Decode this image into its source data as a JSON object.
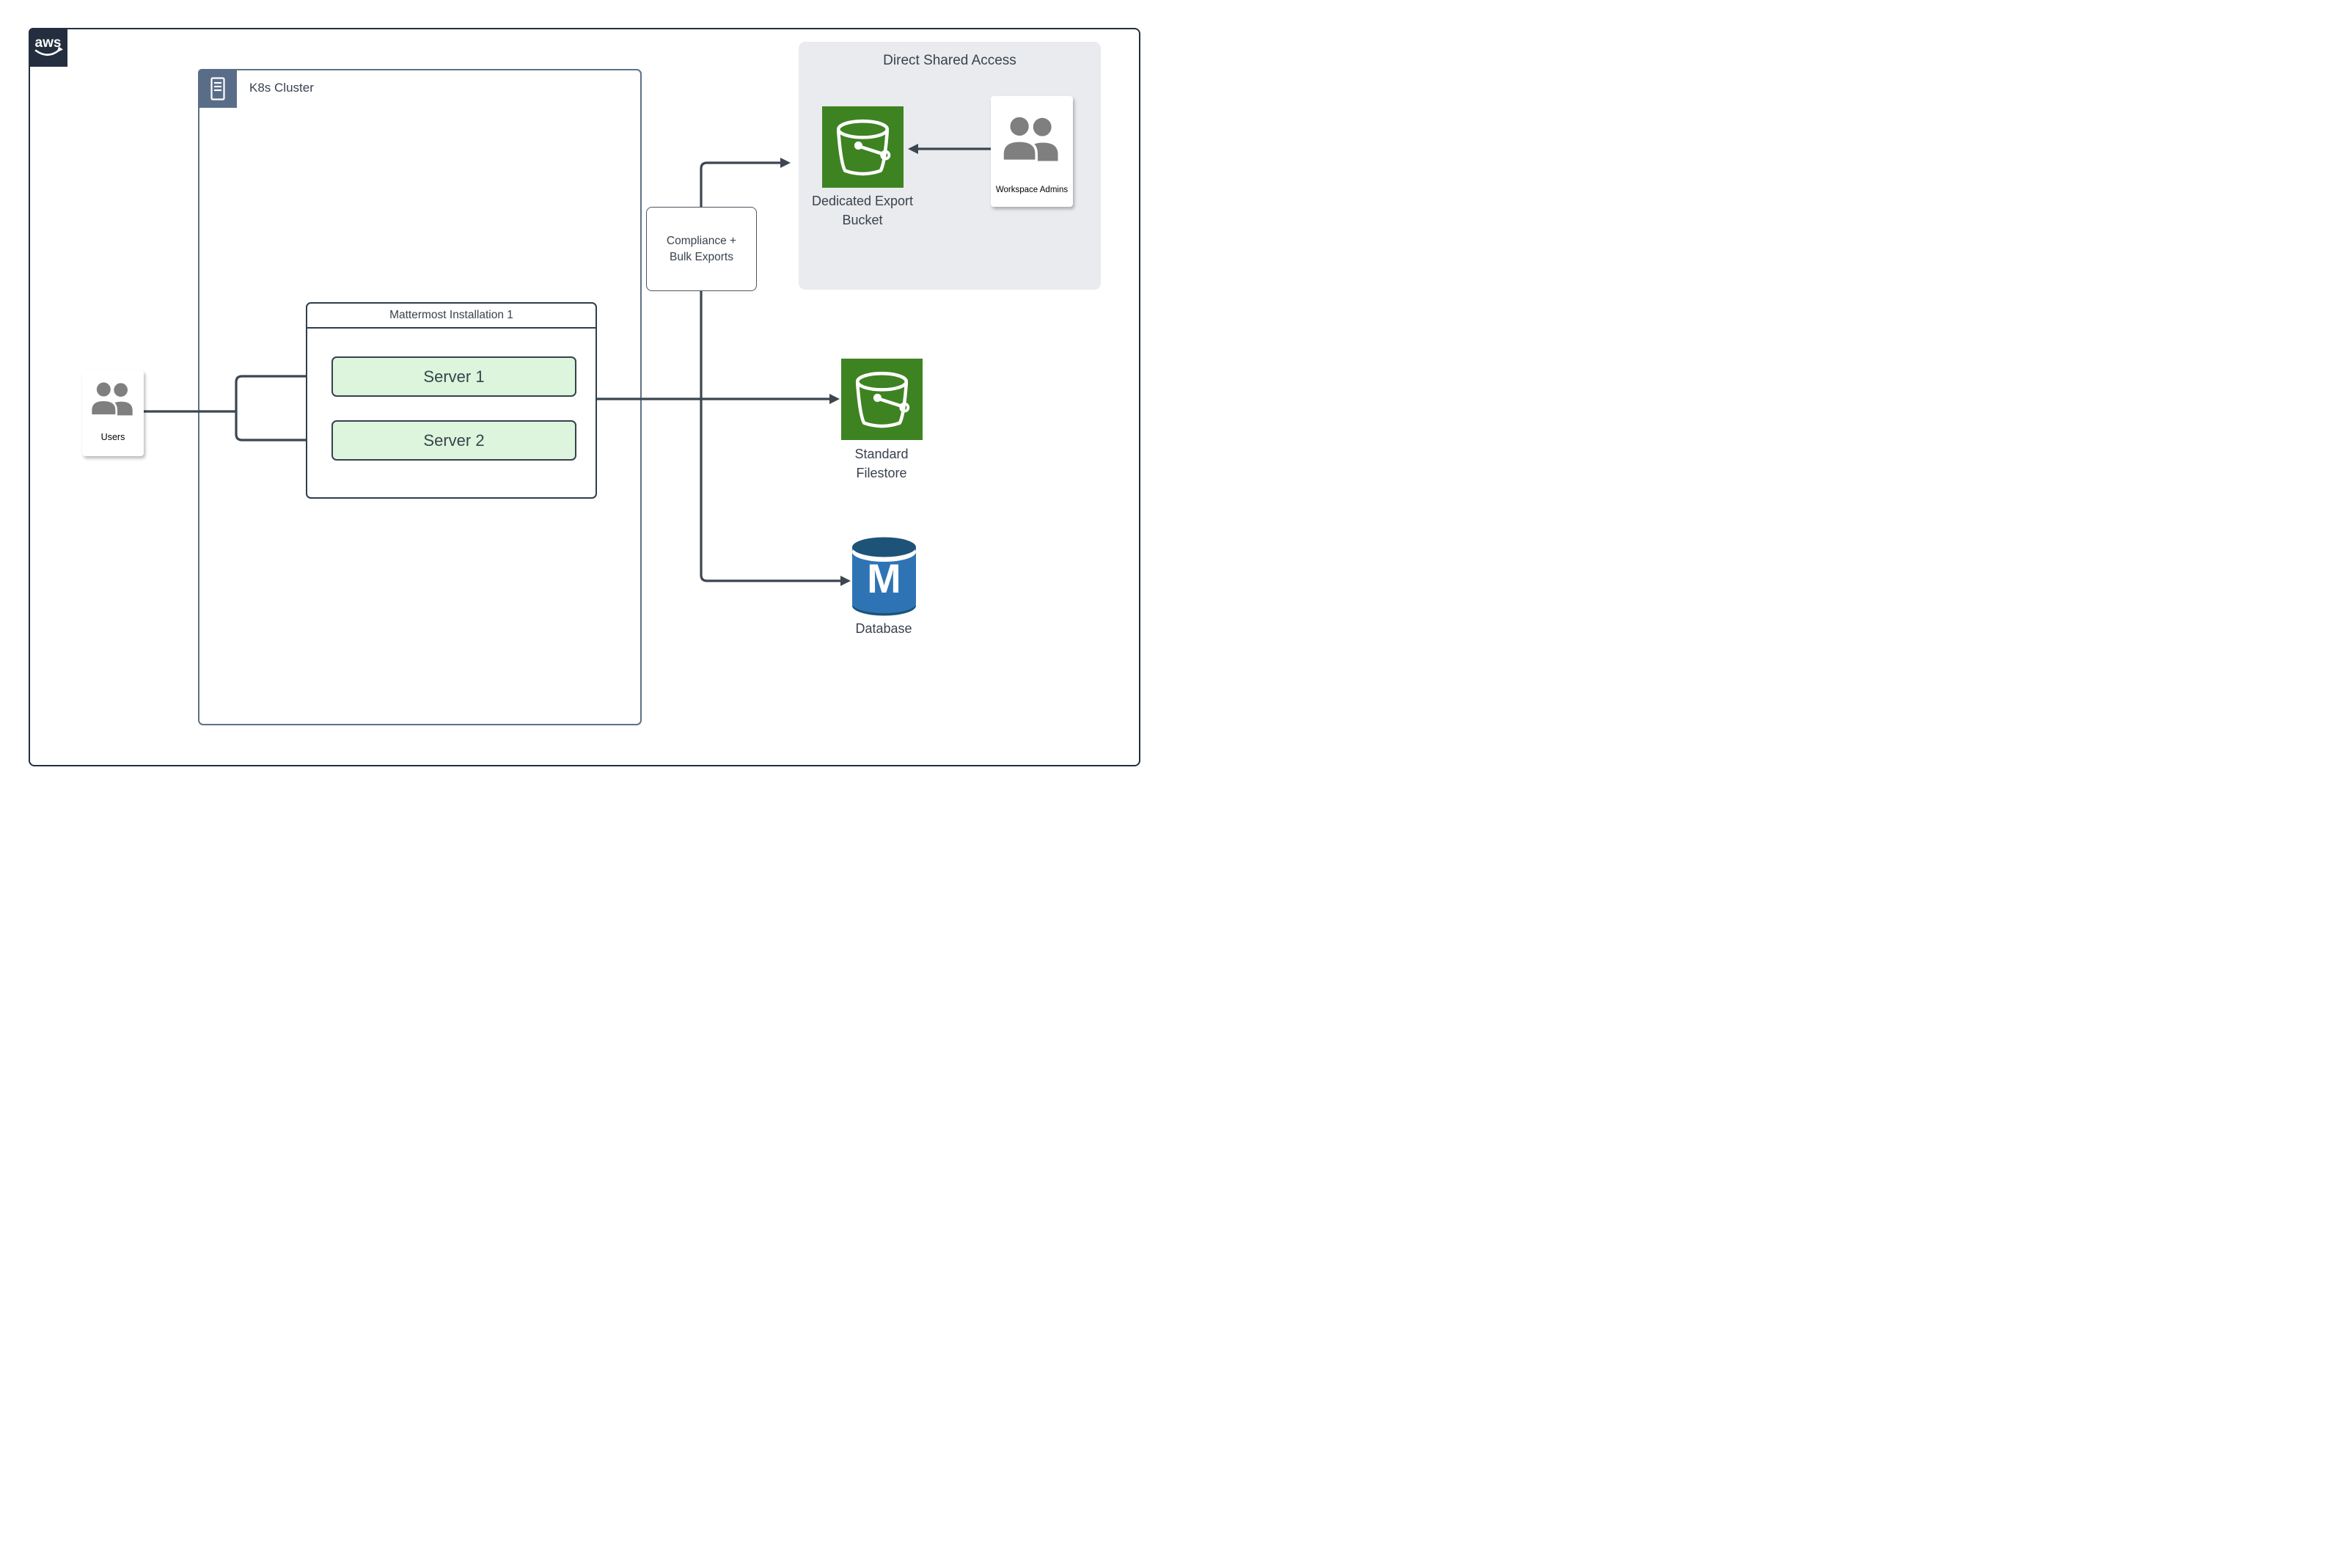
{
  "aws": {
    "logo_text": "aws"
  },
  "k8s_cluster": {
    "label": "K8s Cluster"
  },
  "users": {
    "label": "Users"
  },
  "mattermost": {
    "title": "Mattermost Installation 1",
    "servers": [
      "Server 1",
      "Server 2"
    ]
  },
  "compliance": {
    "line1": "Compliance +",
    "line2": "Bulk Exports"
  },
  "direct_shared_access": {
    "title": "Direct Shared Access",
    "dedicated_bucket": {
      "label_line1": "Dedicated Export",
      "label_line2": "Bucket"
    },
    "workspace_admins": {
      "label": "Workspace Admins"
    }
  },
  "standard_filestore": {
    "label_line1": "Standard",
    "label_line2": "Filestore"
  },
  "database": {
    "label": "Database",
    "icon_letter": "M"
  },
  "colors": {
    "aws_navy": "#232f3e",
    "outer_border": "#20303f",
    "connector": "#3c4651",
    "k8s_slate": "#5e7186",
    "k8s_badge": "#5a6d88",
    "box_border": "#313d4a",
    "server_fill": "#dcf5dc",
    "bucket_green": "#3e8322",
    "region_gray": "#e9ebee",
    "db_blue": "#2e74b5",
    "db_blue_dark": "#1d5379",
    "label_text": "#39424d",
    "person_gray": "#7f7f7f"
  }
}
